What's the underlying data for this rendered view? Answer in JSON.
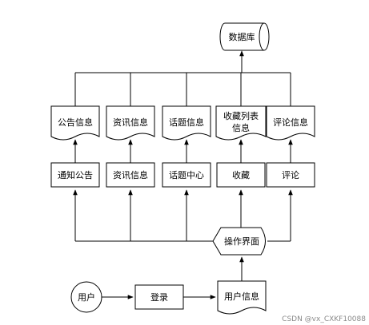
{
  "diagram": {
    "database": "数据库",
    "documents": [
      {
        "id": "notice-info",
        "label": [
          "公告信息"
        ]
      },
      {
        "id": "news-info",
        "label": [
          "资讯信息"
        ]
      },
      {
        "id": "topic-info",
        "label": [
          "话题信息"
        ]
      },
      {
        "id": "favorites-info",
        "label": [
          "收藏列表",
          "信息"
        ]
      },
      {
        "id": "comment-info",
        "label": [
          "评论信息"
        ]
      }
    ],
    "modules": [
      {
        "id": "notice",
        "label": "通知公告"
      },
      {
        "id": "news",
        "label": "资讯信息"
      },
      {
        "id": "topic-center",
        "label": "话题中心"
      },
      {
        "id": "favorites",
        "label": "收藏"
      },
      {
        "id": "comment",
        "label": "评论"
      }
    ],
    "operation_ui": "操作界面",
    "user": "用户",
    "login": "登录",
    "user_info": "用户信息"
  },
  "watermark": "CSDN @vx_CXKF10088"
}
